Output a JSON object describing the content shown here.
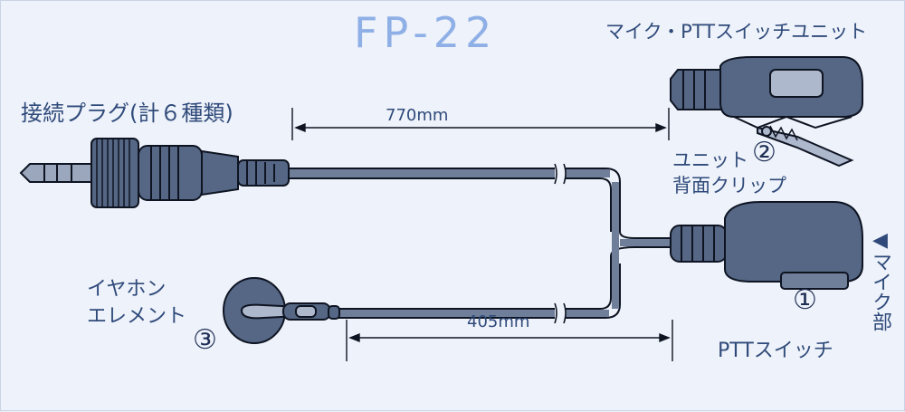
{
  "title": "FP-22",
  "labels": {
    "unit": "マイク・PTTスイッチユニット",
    "plug": "接続プラグ(計６種類)",
    "length_upper": "770mm",
    "length_lower": "405mm",
    "clip_line1": "ユニット",
    "clip_line2": "背面クリップ",
    "ear_line1": "イヤホン",
    "ear_line2": "エレメント",
    "ptt": "PTTスイッチ",
    "mic": "◀マイク部"
  },
  "markers": {
    "one": "①",
    "two": "②",
    "three": "③"
  },
  "colors": {
    "background": "#eef2fa",
    "title": "#8fb0e6",
    "part_fill": "#556784",
    "part_outline": "#0e1422",
    "text": "#2f4a7a"
  }
}
